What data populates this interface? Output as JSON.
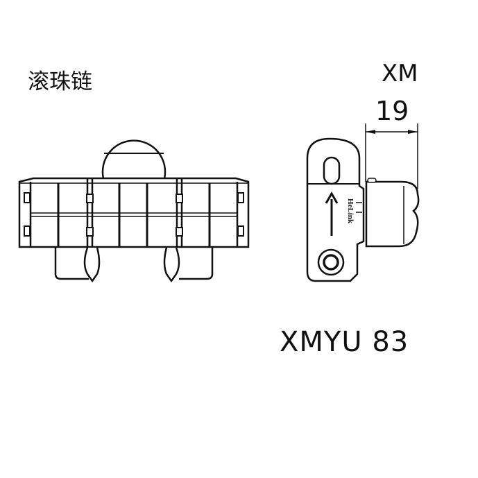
{
  "labels": {
    "chain_type": "滚珠链",
    "series": "XM",
    "model": "XMYU  83",
    "dimension": "19",
    "link_marking": "HeLink"
  },
  "colors": {
    "line": "#111111",
    "background": "#ffffff"
  }
}
